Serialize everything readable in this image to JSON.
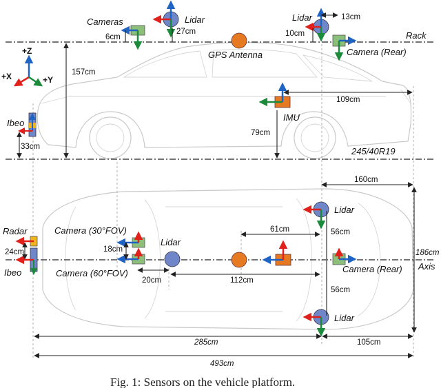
{
  "caption": "Fig. 1: Sensors on the vehicle platform.",
  "axes": {
    "z": "+Z",
    "x": "+X",
    "y": "+Y"
  },
  "side_view": {
    "cameras": "Cameras",
    "lidar": "Lidar",
    "lidar_rear": "Lidar",
    "gps": "GPS Antenna",
    "camera_rear": "Camera (Rear)",
    "rack": "Rack",
    "imu": "IMU",
    "ibeo": "Ibeo",
    "tire": "245/40R19",
    "dims": {
      "cam_6": "6cm",
      "lidar_27": "27cm",
      "rear_13": "13cm",
      "rear_10": "10cm",
      "h_157": "157cm",
      "imu_109": "109cm",
      "imu_79": "79cm",
      "ibeo_33": "33cm"
    }
  },
  "top_view": {
    "radar": "Radar",
    "ibeo": "Ibeo",
    "camera_30": "Camera (30°FOV)",
    "camera_60": "Camera (60°FOV)",
    "lidar_front": "Lidar",
    "lidar_right": "Lidar",
    "lidar_left": "Lidar",
    "camera_rear": "Camera (Rear)",
    "axis": "Axis",
    "dims": {
      "r_24": "24cm",
      "c_18": "18cm",
      "l_20": "20cm",
      "g_112": "112cm",
      "i_61": "61cm",
      "w_56a": "56cm",
      "w_56b": "56cm",
      "a_160": "160cm",
      "w_186": "186cm",
      "a_285": "285cm",
      "a_105": "105cm",
      "len_493": "493cm"
    }
  },
  "colors": {
    "x_axis": "#e0201b",
    "y_axis": "#1b8a3a",
    "z_axis": "#1f63c4",
    "lidar": "#6f86c8",
    "gps": "#e57a23",
    "imu": "#e57a23",
    "camera": "#8cbf7a",
    "ibeo": "#6f86c8",
    "radar": "#f0b51b"
  }
}
